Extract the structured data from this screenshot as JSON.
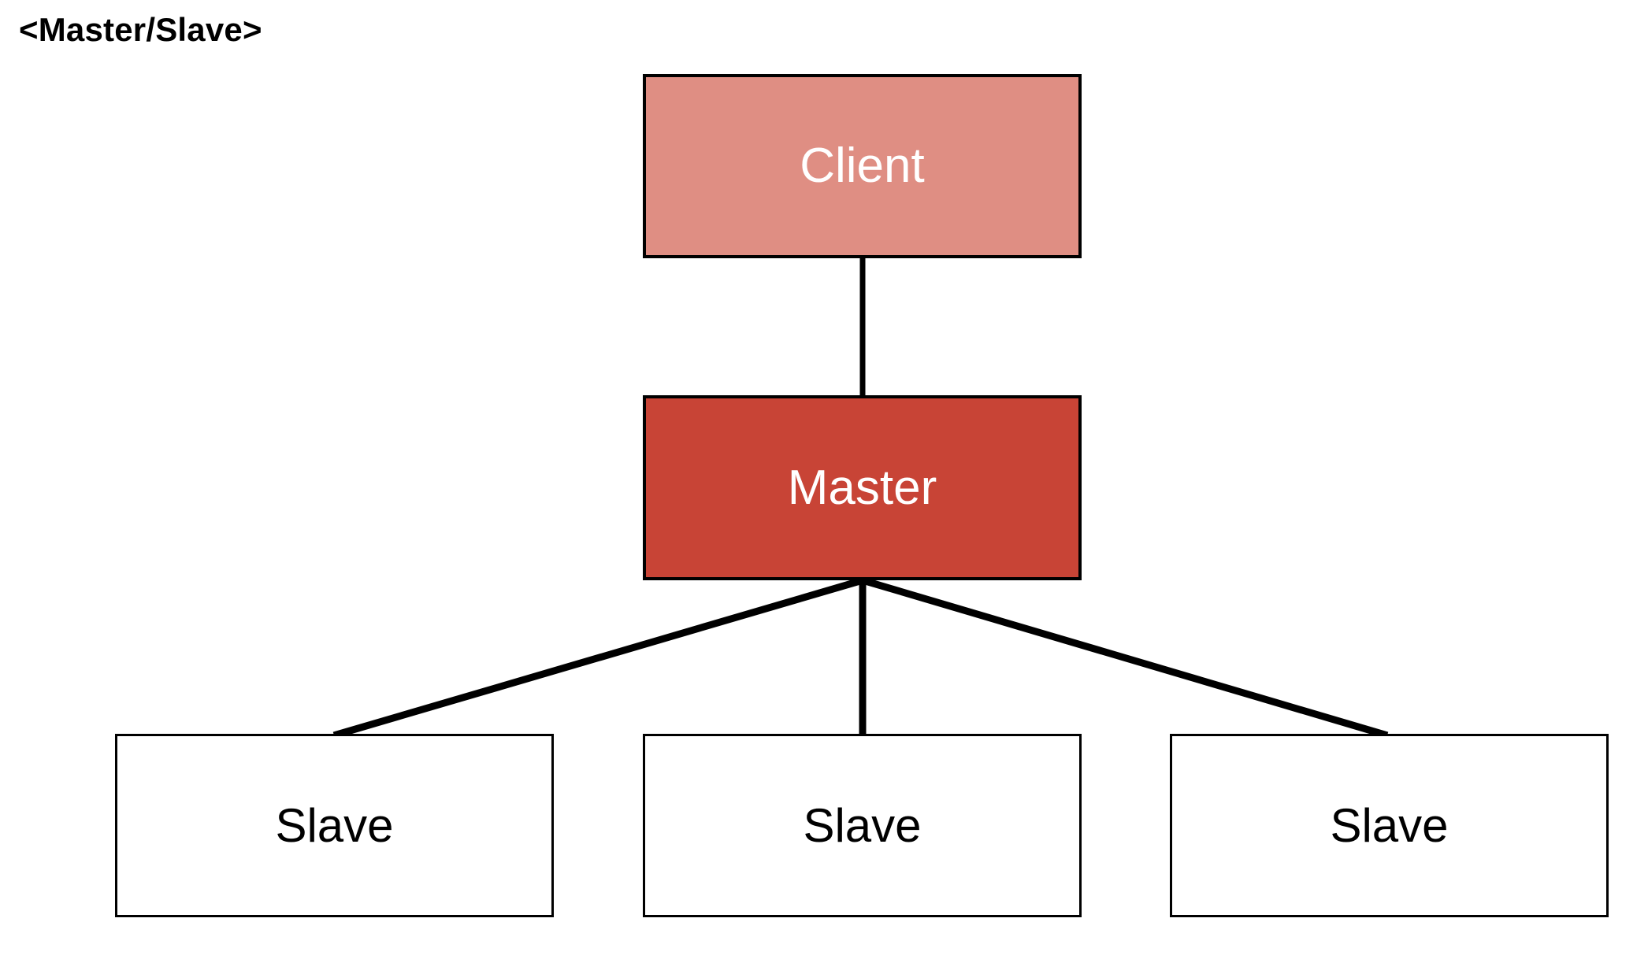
{
  "diagram": {
    "title": "<Master/Slave>",
    "background_color": "#FFFFFF",
    "edge_color": "#000000",
    "nodes": {
      "client": {
        "label": "Client",
        "fill_color": "#DF8E83",
        "text_color": "#FFFFFF",
        "border_color": "#000000"
      },
      "master": {
        "label": "Master",
        "fill_color": "#C84436",
        "text_color": "#FFFFFF",
        "border_color": "#000000"
      },
      "slaves": [
        {
          "label": "Slave",
          "fill_color": "#FFFFFF",
          "text_color": "#000000",
          "border_color": "#000000"
        },
        {
          "label": "Slave",
          "fill_color": "#FFFFFF",
          "text_color": "#000000",
          "border_color": "#000000"
        },
        {
          "label": "Slave",
          "fill_color": "#FFFFFF",
          "text_color": "#000000",
          "border_color": "#000000"
        }
      ]
    },
    "edges": [
      {
        "from": "client",
        "to": "master"
      },
      {
        "from": "master",
        "to": "slave-1"
      },
      {
        "from": "master",
        "to": "slave-2"
      },
      {
        "from": "master",
        "to": "slave-3"
      }
    ]
  }
}
